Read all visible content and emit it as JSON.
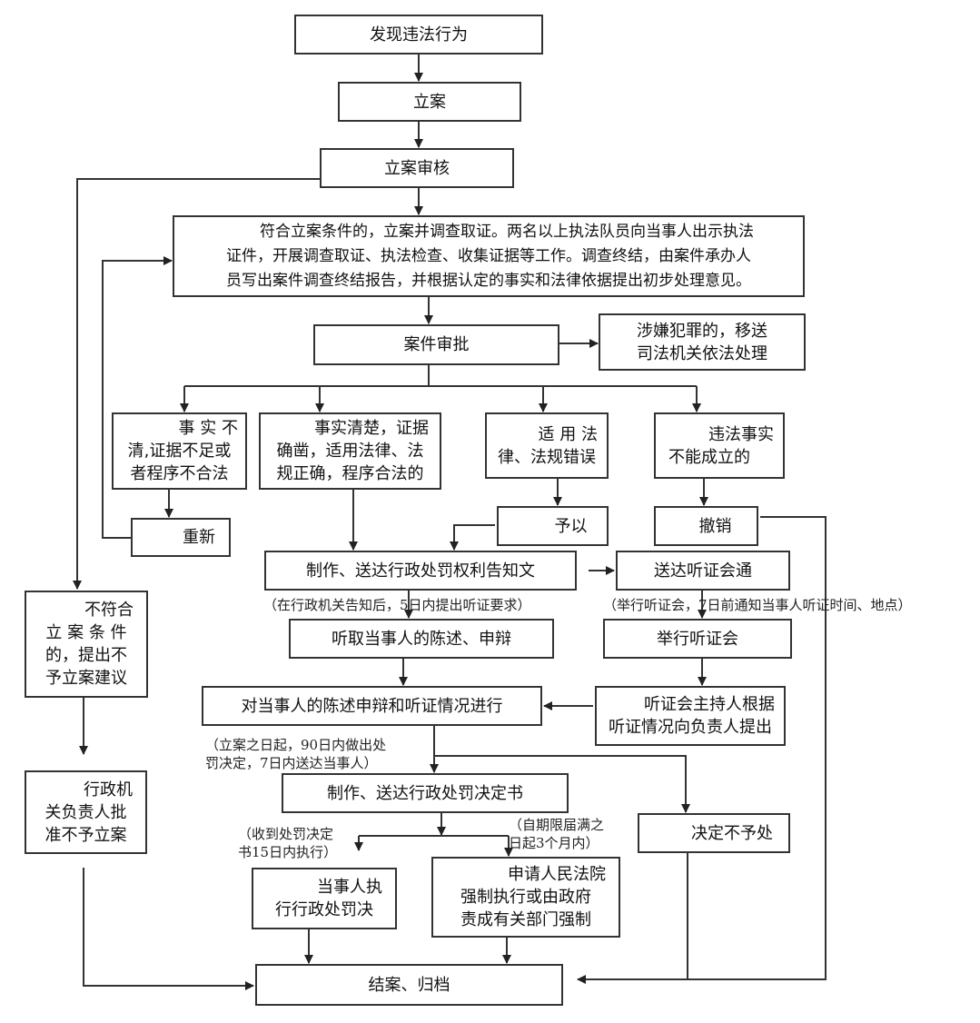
{
  "nodes": {
    "discover": "发现违法行为",
    "file_case": "立案",
    "review": "立案审核",
    "investigate": [
      "符合立案条件的，立案并调查取证。两名以上执法队员向当事人出示执法",
      "证件，开展调查取证、执法检查、收集证据等工作。调查终结，由案件承办人",
      "员写出案件调查终结报告，并根据认定的事实和法律依据提出初步处理意见。"
    ],
    "approve": "案件审批",
    "crime": [
      "涉嫌犯罪的，移送",
      "司法机关依法处理"
    ],
    "unclear": [
      "事 实 不",
      "清,证据不足或",
      "者程序不合法"
    ],
    "clear": [
      "事实清楚，证据",
      "确凿，适用法律、法",
      "规正确，程序合法的"
    ],
    "wrong_law": [
      "适 用 法",
      "律、法规错误"
    ],
    "not_established": [
      "违法事实",
      "不能成立的"
    ],
    "redo": "重新",
    "correct": "予以",
    "revoke": "撤销",
    "notice": "制作、送达行政处罚权利告知文",
    "hearing_notice": "送达听证会通",
    "listen": "听取当事人的陈述、申辩",
    "hold_hearing": "举行听证会",
    "not_qualify": [
      "不符合",
      "立 案 条 件",
      "的，提出不",
      "予立案建议"
    ],
    "assess": "对当事人的陈述申辩和听证情况进行",
    "host_report": [
      "听证会主持人根据",
      "听证情况向负责人提出"
    ],
    "decision_doc": "制作、送达行政处罚决定书",
    "leader_reject": [
      "行政机",
      "关负责人批",
      "准不予立案"
    ],
    "no_penalty": "决定不予处",
    "party_execute": [
      "当事人执",
      "行行政处罚决"
    ],
    "court": [
      "申请人民法院",
      "强制执行或由政府",
      "责成有关部门强制"
    ],
    "close": "结案、归档"
  },
  "notes": {
    "hearing_request": "（在行政机关告知后，5日内提出听证要求）",
    "hearing_7days": "（举行听证会，7日前通知当事人听证时间、地点）",
    "days90": [
      "（立案之日起，90日内做出处",
      "罚决定，7日内送达当事人）"
    ],
    "days15": [
      "（收到处罚决定",
      "书15日内执行）"
    ],
    "months3": [
      "（自期限届满之",
      "日起3个月内）"
    ]
  }
}
